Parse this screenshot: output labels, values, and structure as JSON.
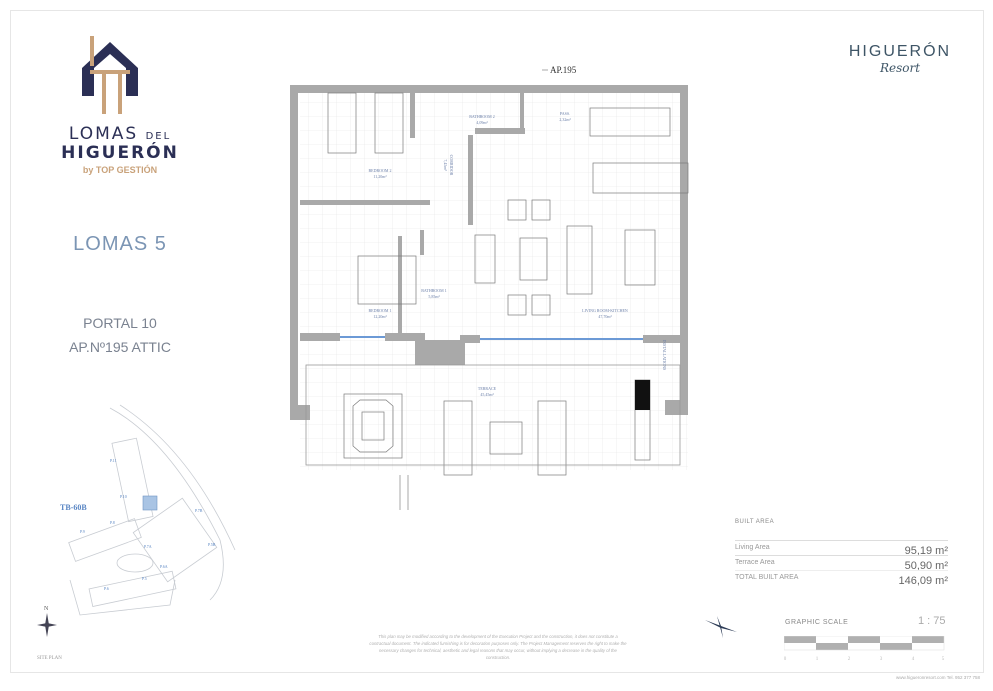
{
  "brand": {
    "logo_line1": "LOMAS",
    "logo_line1_small": "DEL",
    "logo_line2": "HIGUERÓN",
    "logo_line3": "by TOP GESTIÓN",
    "resort_name": "HIGUERÓN",
    "resort_sub": "Resort"
  },
  "project": {
    "building": "LOMAS 5",
    "portal": "PORTAL 10",
    "apartment": "AP.Nº195 ATTIC"
  },
  "plan": {
    "unit_label": "AP.195",
    "rooms": [
      {
        "name": "BEDROOM 2",
        "area": "11,20m²"
      },
      {
        "name": "BATHROOM 2",
        "area": "4,09m²"
      },
      {
        "name": "PASS.",
        "area": "2,32m²"
      },
      {
        "name": "CORRIDOR",
        "area": "7,45m²"
      },
      {
        "name": "BEDROOM 1",
        "area": "12,20m²"
      },
      {
        "name": "BATHROOM 1",
        "area": "5,85m²"
      },
      {
        "name": "LIVING ROOM-KITCHEN",
        "area": "47,70m²"
      },
      {
        "name": "TERRACE",
        "area": "45,45m²"
      },
      {
        "name": "INSTALLATIONS",
        "area": ""
      }
    ]
  },
  "site_plan": {
    "title": "SITE PLAN",
    "highlight": "TB-60B",
    "north": "N",
    "portals": [
      "P.11",
      "P.10",
      "P.8",
      "P.9",
      "P.7B",
      "P.7A",
      "P.6A",
      "P.5B",
      "P.6",
      "P.5"
    ]
  },
  "areas": {
    "title": "BUILT AREA",
    "rows": [
      {
        "label": "Living Area",
        "value": "95,19 m²"
      },
      {
        "label": "Terrace Area",
        "value": "50,90 m²"
      },
      {
        "label": "TOTAL BUILT AREA",
        "value": "146,09 m²"
      }
    ]
  },
  "scale": {
    "label": "GRAPHIC SCALE",
    "ratio": "1 : 75",
    "ticks": [
      "0",
      "1",
      "2",
      "3",
      "4",
      "5"
    ]
  },
  "disclaimer": "This plan may be modified according to the development of the Execution Project and the construction, it does not constitute a contractual document. The indicated furnishing is for decoration purposes only. The Project Management reserves the right to make the necessary changes for technical, aesthetic and legal reasons that may occur, without implying a decrease in the quality of the construction.",
  "footer": "www.higueronresort.com Tel. 952 377 758",
  "colors": {
    "logo_navy": "#2b2f55",
    "logo_gold": "#c9a27a",
    "accent_blue": "#7b95b4",
    "wall": "#a9a9a9"
  }
}
